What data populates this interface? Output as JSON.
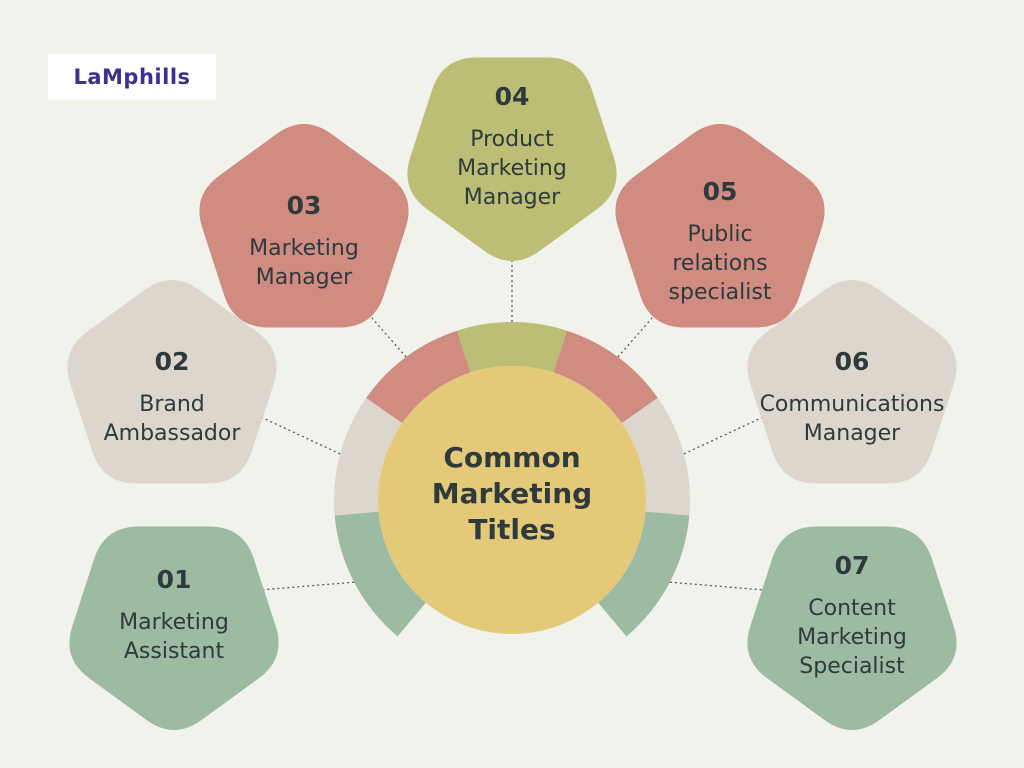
{
  "logo": {
    "text": "LaMphills"
  },
  "center": {
    "title": "Common\nMarketing\nTitles"
  },
  "colors": {
    "background": "#f2f2ec",
    "green": "#9dbba3",
    "beige": "#ddd6cc",
    "red": "#d08c80",
    "olive": "#bcbe76",
    "center": "#e4c978"
  },
  "titles": [
    {
      "number": "01",
      "label": "Marketing\nAssistant",
      "color": "#9dbba3"
    },
    {
      "number": "02",
      "label": "Brand\nAmbassador",
      "color": "#ddd6cc"
    },
    {
      "number": "03",
      "label": "Marketing\nManager",
      "color": "#d08c80"
    },
    {
      "number": "04",
      "label": "Product\nMarketing\nManager",
      "color": "#bcbe76"
    },
    {
      "number": "05",
      "label": "Public\nrelations\nspecialist",
      "color": "#d08c80"
    },
    {
      "number": "06",
      "label": "Communications\nManager",
      "color": "#ddd6cc"
    },
    {
      "number": "07",
      "label": "Content\nMarketing\nSpecialist",
      "color": "#9dbba3"
    }
  ]
}
